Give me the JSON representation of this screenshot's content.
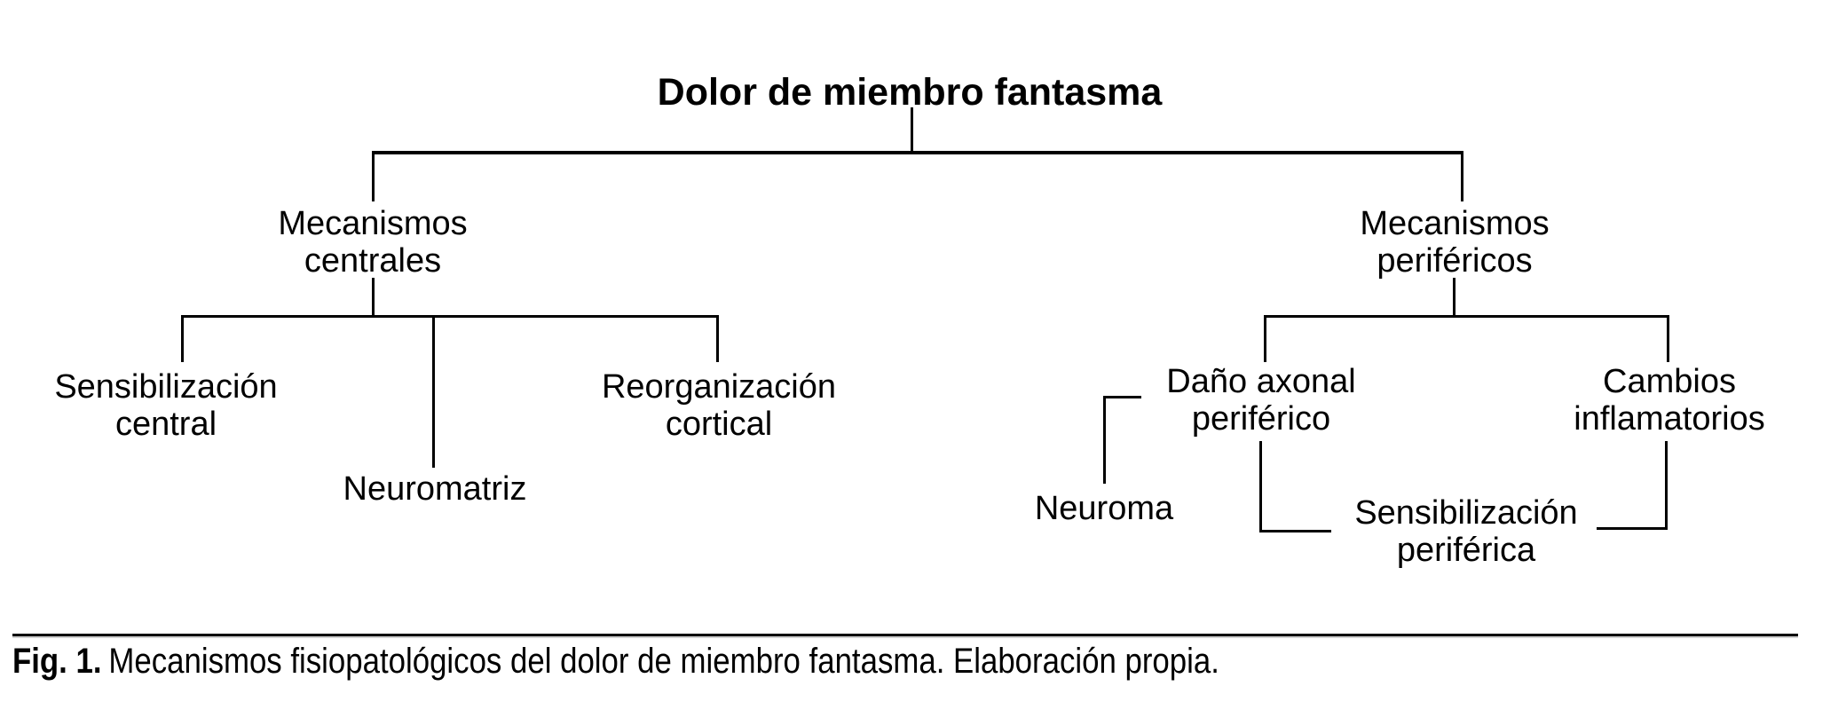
{
  "diagram": {
    "root": {
      "label": "Dolor de miembro fantasma"
    },
    "branches": {
      "central": {
        "line1": "Mecanismos",
        "line2": "centrales"
      },
      "peripheral": {
        "line1": "Mecanismos",
        "line2": "periféricos"
      }
    },
    "central_children": {
      "sensibilizacion_central": {
        "line1": "Sensibilización",
        "line2": "central"
      },
      "neuromatriz": {
        "line1": "Neuromatriz"
      },
      "reorganizacion_cortical": {
        "line1": "Reorganización",
        "line2": "cortical"
      }
    },
    "peripheral_children": {
      "dano_axonal": {
        "line1": "Daño axonal",
        "line2": "periférico"
      },
      "cambios_inflamatorios": {
        "line1": "Cambios",
        "line2": "inflamatorios"
      },
      "neuroma": {
        "line1": "Neuroma"
      },
      "sensibilizacion_periferica": {
        "line1": "Sensibilización",
        "line2": "periférica"
      }
    }
  },
  "caption": {
    "prefix": "Fig. 1.",
    "text": "Mecanismos fisiopatológicos del dolor de miembro fantasma. Elaboración propia."
  },
  "colors": {
    "line": "#000000",
    "text": "#000000",
    "background": "#ffffff"
  }
}
